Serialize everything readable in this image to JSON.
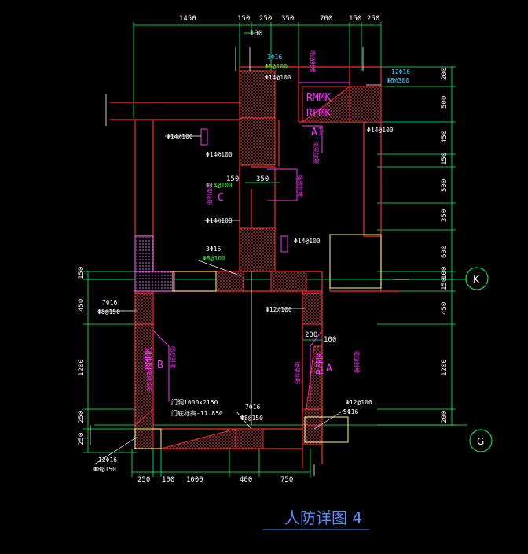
{
  "drawing": {
    "title": "人防详图 4",
    "top_dims": [
      "1450",
      "150",
      "250",
      "350",
      "700",
      "150",
      "250"
    ],
    "top_sub_dim": "100",
    "bottom_dims": [
      "250",
      "100",
      "1000",
      "400",
      "750"
    ],
    "right_dims": [
      "200",
      "500",
      "450",
      "150",
      "500",
      "350",
      "600",
      "100",
      "150",
      "450",
      "1200",
      "200"
    ],
    "left_dims": [
      "150",
      "450",
      "1200",
      "250",
      "250"
    ],
    "axes": [
      "K",
      "G"
    ],
    "section_labels": [
      "A1",
      "C",
      "B",
      "A"
    ],
    "door_codes": [
      "RMMK",
      "RFMK",
      "RMMK",
      "RFMK"
    ],
    "door_note": "临战封堵",
    "note_edge": "暗梁加筋",
    "inner_dims": [
      "150",
      "350",
      "200",
      "100"
    ],
    "rebar_notes": [
      "3Φ16",
      "Φ8@100",
      "12Φ16",
      "Φ8@300",
      "Φ14@100",
      "Φ14@100",
      "Φ14@100",
      "Φ14@100",
      "Φ14@100",
      "3Φ16",
      "Φ8@100",
      "Φ14@100",
      "Φ14@100",
      "7Φ16",
      "Φ8@150",
      "Φ12@100",
      "Φ12@100",
      "5Φ16",
      "7Φ16",
      "Φ8@150",
      "12Φ16",
      "Φ8@150"
    ],
    "door_size_note": "门洞1000x2150",
    "door_elev_note": "门底标高-11.850"
  },
  "colors": {
    "background": "#000000",
    "wall": "#ff2a2a",
    "dimension": "#00ff66",
    "annotation": "#ffffff",
    "magenta": "#ff33ff",
    "yellow": "#ffff66",
    "title": "#5a8cff"
  }
}
